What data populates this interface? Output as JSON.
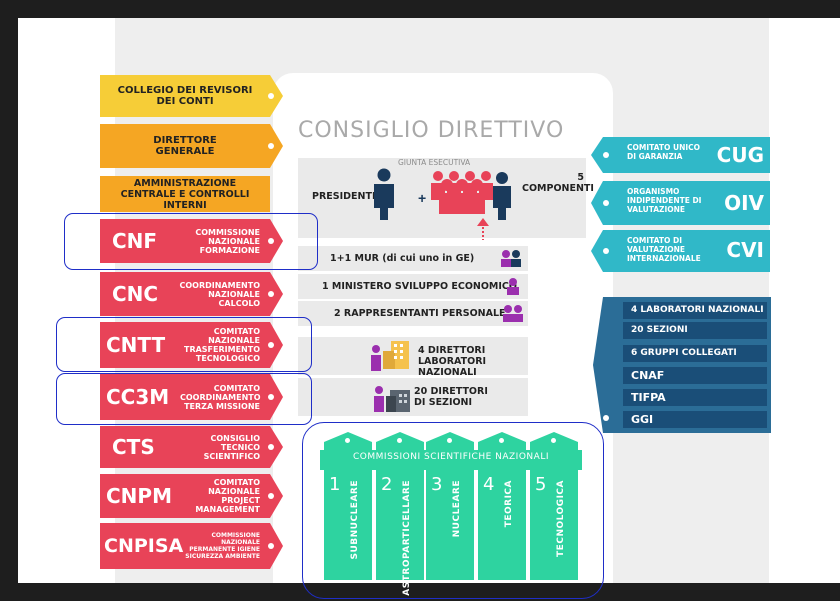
{
  "title": "CONSIGLIO DIRETTIVO",
  "left_boxes": {
    "collegio": "COLLEGIO DEI REVISORI DEI CONTI",
    "direttore": "DIRETTORE GENERALE",
    "amministrazione": "AMMINISTRAZIONE CENTRALE E CONTROLLI INTERNI",
    "committees": [
      {
        "abbr": "CNF",
        "desc": "COMMISSIONE NAZIONALE FORMAZIONE"
      },
      {
        "abbr": "CNC",
        "desc": "COORDINAMENTO NAZIONALE CALCOLO"
      },
      {
        "abbr": "CNTT",
        "desc": "COMITATO NAZIONALE TRASFERIMENTO TECNOLOGICO"
      },
      {
        "abbr": "CC3M",
        "desc": "COMITATO COORDINAMENTO TERZA MISSIONE"
      },
      {
        "abbr": "CTS",
        "desc": "CONSIGLIO TECNICO SCIENTIFICO"
      },
      {
        "abbr": "CNPM",
        "desc": "COMITATO NAZIONALE PROJECT MANAGEMENT"
      },
      {
        "abbr": "CNPISA",
        "desc": "COMMISSIONE NAZIONALE PERMANENTE IGIENE SICUREZZA AMBIENTE"
      }
    ]
  },
  "center": {
    "giunta_label": "GIUNTA ESECUTIVA",
    "presidente": "PRESIDENTE",
    "componenti": "5 COMPONENTI",
    "rows": [
      "1+1 MUR (di cui uno in GE)",
      "1 MINISTERO SVILUPPO ECONOMICO",
      "2 RAPPRESENTANTI PERSONALE",
      "4 DIRETTORI LABORATORI NAZIONALI",
      "20 DIRETTORI DI SEZIONI"
    ]
  },
  "right_boxes": [
    {
      "abbr": "CUG",
      "desc": "COMITATO UNICO DI GARANZIA"
    },
    {
      "abbr": "OIV",
      "desc": "ORGANISMO INDIPENDENTE DI VALUTAZIONE"
    },
    {
      "abbr": "CVI",
      "desc": "COMITATO DI VALUTAZIONE INTERNAZIONALE"
    }
  ],
  "structures": [
    "4 LABORATORI NAZIONALI",
    "20 SEZIONI",
    "6 GRUPPI COLLEGATI",
    "CNAF",
    "TIFPA",
    "GGI"
  ],
  "commissions": {
    "title": "COMMISSIONI SCIENTIFICHE NAZIONALI",
    "items": [
      {
        "num": "1",
        "label": "SUBNUCLEARE"
      },
      {
        "num": "2",
        "label": "ASTROPARTICELLARE"
      },
      {
        "num": "3",
        "label": "NUCLEARE"
      },
      {
        "num": "4",
        "label": "TEORICA"
      },
      {
        "num": "5",
        "label": "TECNOLOGICA"
      }
    ]
  },
  "colors": {
    "red": "#e84358",
    "yellow": "#f6cd37",
    "orange": "#f5a623",
    "teal": "#30b8c8",
    "navy": "#2b6d97",
    "green": "#2ed3a0",
    "highlight": "#1f2ec8",
    "purple": "#9b2fae",
    "navy_person": "#1a3a5c",
    "red_person": "#e84358"
  },
  "icons": [
    "person-icon",
    "group-icon",
    "building-icon",
    "up-arrow-icon"
  ]
}
